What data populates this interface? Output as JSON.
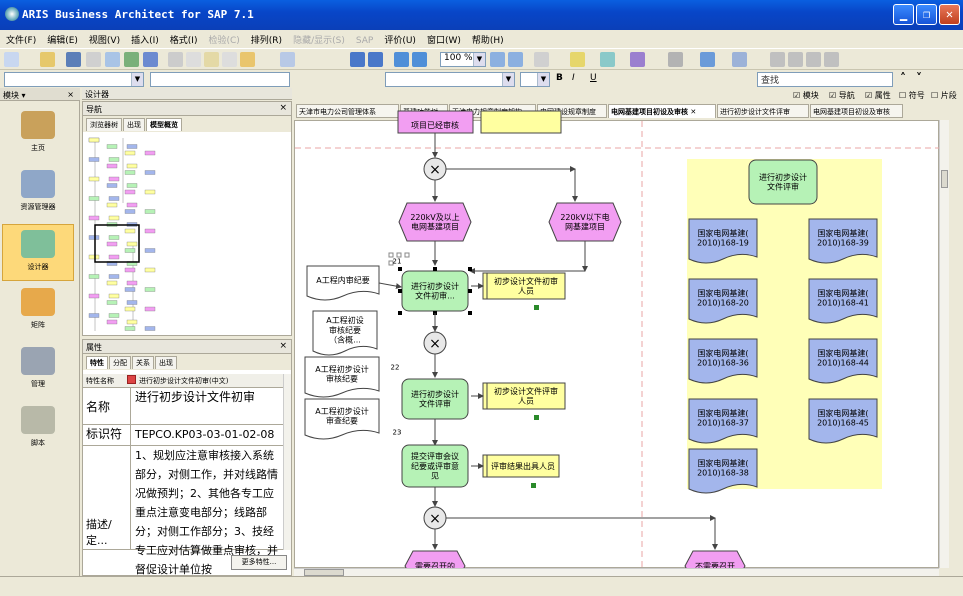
{
  "window": {
    "title": "ARIS Business Architect for SAP 7.1",
    "minimize": "▁",
    "maximize": "❐",
    "close": "✕"
  },
  "menu": [
    "文件(F)",
    "编辑(E)",
    "视图(V)",
    "插入(I)",
    "格式(I)",
    "检验(C)",
    "排列(R)",
    "隐藏/显示(S)",
    "SAP",
    "评价(U)",
    "窗口(W)",
    "帮助(H)"
  ],
  "menu_disabled": [
    5,
    7,
    8
  ],
  "toolbar": {
    "zoom": "100 %",
    "search_placeholder": "查找"
  },
  "left_nav": {
    "header": "模块 ▾",
    "close": "×",
    "items": [
      {
        "label": "主页",
        "icon": "home-icon",
        "color": "#c9a15b"
      },
      {
        "label": "资源管理器",
        "icon": "explorer-icon",
        "color": "#8fa7c8"
      },
      {
        "label": "设计器",
        "icon": "designer-icon",
        "color": "#7fbf9a"
      },
      {
        "label": "矩阵",
        "icon": "matrix-icon",
        "color": "#e7a94b"
      },
      {
        "label": "管理",
        "icon": "admin-gear-icon",
        "color": "#9aa4b2"
      },
      {
        "label": "脚本",
        "icon": "script-icon",
        "color": "#b8b9a8"
      }
    ],
    "active_index": 2
  },
  "designer_header": "设计器",
  "nav_panel": {
    "title": "导航",
    "close": "×",
    "tabs": [
      "浏览器树",
      "出现",
      "模型概览"
    ],
    "active_tab": 2
  },
  "attr_panel": {
    "title": "属性",
    "close": "×",
    "tabs": [
      "特性",
      "分配",
      "关系",
      "出现"
    ],
    "header_key": "特性名称",
    "header_val": "进行初步设计文件初审(中文)",
    "rows": [
      {
        "k": "名称",
        "v": "进行初步设计文件初审"
      },
      {
        "k": "标识符",
        "v": "TEPCO.KP03-03-01-02-08"
      },
      {
        "k": "描述/定...",
        "v": "1、规划应注意审核接入系统部分，对侧工作，并对线路情况做预判；2、其他各专工应重点注意变电部分；线路部分；对侧工作部分；3、技经专工应对估算做重点审核，并督促设计单位按"
      }
    ],
    "more": "更多特性..."
  },
  "doc_tabs": [
    "天津市电力公司管理体系",
    "基建功能树",
    "天津电力规章制度架构",
    "电网建设规章制度",
    "电网基建项目初设及审核",
    "进行初步设计文件评审",
    "电网基建项目初设及审核"
  ],
  "active_doc_tab": 4,
  "options": {
    "module": "模块",
    "nav": "导航",
    "attr": "属性",
    "symbol": "符号",
    "fragment": "片段"
  },
  "diagram": {
    "top_event": "项目已经审核",
    "ev1": [
      "220kV及以上",
      "电网基建项目"
    ],
    "ev2": [
      "220kV以下电",
      "网基建项目"
    ],
    "fn1": [
      "进行初步设计",
      "文件初审..."
    ],
    "fn2": [
      "进行初步设计",
      "文件评审"
    ],
    "fn3": [
      "提交评审会议",
      "纪要或评审意",
      "见"
    ],
    "role1": [
      "初步设计文件初审",
      "人员"
    ],
    "role2": [
      "初步设计文件评审",
      "人员"
    ],
    "role3": [
      "评审结果出具人员"
    ],
    "docs": [
      [
        "A工程内审纪要"
      ],
      [
        "A工程初设",
        "审核纪要",
        "（含概..."
      ],
      [
        "A工程初步设计",
        "审核纪要"
      ],
      [
        "A工程初步设计",
        "审查纪要"
      ]
    ],
    "labels": [
      "21",
      "22",
      "23"
    ],
    "xor": "×",
    "right_fn": [
      "进行初步设计",
      "文件评审"
    ],
    "right_docs_left": [
      [
        "国家电网基建(",
        "2010)168-19"
      ],
      [
        "国家电网基建(",
        "2010)168-20"
      ],
      [
        "国家电网基建(",
        "2010)168-36"
      ],
      [
        "国家电网基建(",
        "2010)168-37"
      ],
      [
        "国家电网基建(",
        "2010)168-38"
      ]
    ],
    "right_docs_right": [
      [
        "国家电网基建(",
        "2010)168-39"
      ],
      [
        "国家电网基建(",
        "2010)168-41"
      ],
      [
        "国家电网基建(",
        "2010)168-44"
      ],
      [
        "国家电网基建(",
        "2010)168-45"
      ]
    ],
    "bottom_ev1": "需要召开的",
    "bottom_ev2": "不需要召开",
    "colors": {
      "event": "#f29ef2",
      "function": "#b6f2b6",
      "role": "#ffffa0",
      "doc": "#ffffff",
      "bluedoc": "#a3b6ec",
      "lane": "#ffffb8",
      "dash": "#e8a6a6"
    }
  }
}
